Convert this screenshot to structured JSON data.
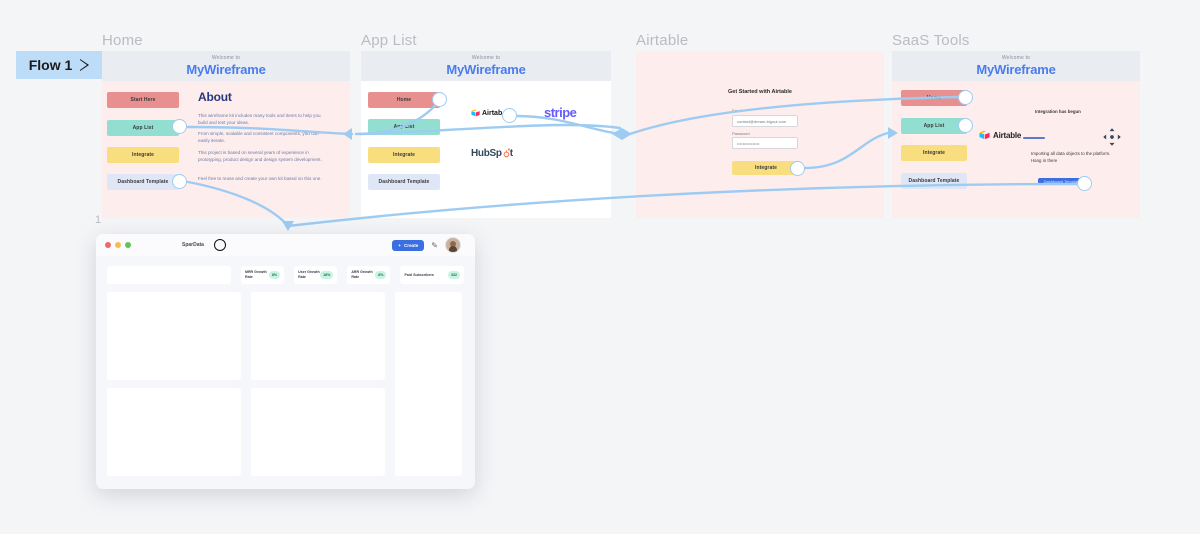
{
  "canvas": {
    "background": "#f4f5f7",
    "page_number": "1"
  },
  "flow_badge": {
    "label": "Flow 1",
    "play_icon": "play-triangle-icon",
    "accent": "#bcdcf7"
  },
  "frames": [
    {
      "name": "Home",
      "label": "Home"
    },
    {
      "name": "App List",
      "label": "App List"
    },
    {
      "name": "Airtable",
      "label": "Airtable"
    },
    {
      "name": "SaaS Tools",
      "label": "SaaS Tools"
    }
  ],
  "home": {
    "welcome": "Welcome to",
    "brand": "MyWireframe",
    "buttons": [
      {
        "label": "Start Here",
        "color": "#e8908f"
      },
      {
        "label": "App List",
        "color": "#92dfd2"
      },
      {
        "label": "Integrate",
        "color": "#f8de7f"
      },
      {
        "label": "Dashboard Template",
        "color": "#cfe0f7"
      }
    ],
    "about_heading": "About",
    "paragraphs": [
      "This wireframe kit includes many tools and items to help you build and test your ideas.",
      "From simple, scalable and consistent components, you can easily iterate.",
      "This project is based on several years of experience in prototyping, product design and design system development.",
      "Feel free to reuse and create your own kit based on this one."
    ],
    "link_text": "this"
  },
  "applist": {
    "welcome": "Welcome to",
    "brand": "MyWireframe",
    "buttons": [
      {
        "label": "Home",
        "color": "#e8908f"
      },
      {
        "label": "App List",
        "color": "#92dfd2"
      },
      {
        "label": "Integrate",
        "color": "#f8de7f"
      },
      {
        "label": "Dashboard Template",
        "color": "#cfe0f7"
      }
    ],
    "logos": [
      {
        "name": "airtable-logo",
        "text": "Airtab"
      },
      {
        "name": "stripe-logo",
        "text": "stripe"
      },
      {
        "name": "hubspot-logo",
        "text": "HubSp"
      }
    ]
  },
  "airtable": {
    "title": "Get Started with Airtable",
    "email_label": "Email",
    "email_value": "contact@dream-bigout.com",
    "password_label": "Password",
    "password_value": "••••••••••••••••",
    "submit_label": "Integrate"
  },
  "saas": {
    "welcome": "Welcome to",
    "brand": "MyWireframe",
    "buttons": [
      {
        "label": "Home",
        "color": "#e8908f"
      },
      {
        "label": "App List",
        "color": "#92dfd2"
      },
      {
        "label": "Integrate",
        "color": "#f8de7f"
      },
      {
        "label": "Dashboard Template",
        "color": "#cfe0f7"
      }
    ],
    "status_heading": "Integration has begun",
    "logo_text": "Airtable",
    "status_body": "Importing all data objects to the platform. Hang in there",
    "progress_label": "Dashboard Template",
    "move_icon": "move-arrows-icon"
  },
  "app_window": {
    "title": "SparDatа",
    "traffic_lights": [
      "close-dot",
      "minimize-dot",
      "maximize-dot"
    ],
    "create_button": "Create",
    "create_icon": "plus-icon",
    "edit_icon": "pencil-icon",
    "avatar": "user-avatar",
    "metrics": [
      {
        "label": "MRR Growth Rate",
        "value": "8%"
      },
      {
        "label": "User Growth Rate",
        "value": "18%"
      },
      {
        "label": "ARR Growth Rate",
        "value": "8%"
      },
      {
        "label": "Paid Subscribers",
        "value": "332"
      }
    ]
  }
}
